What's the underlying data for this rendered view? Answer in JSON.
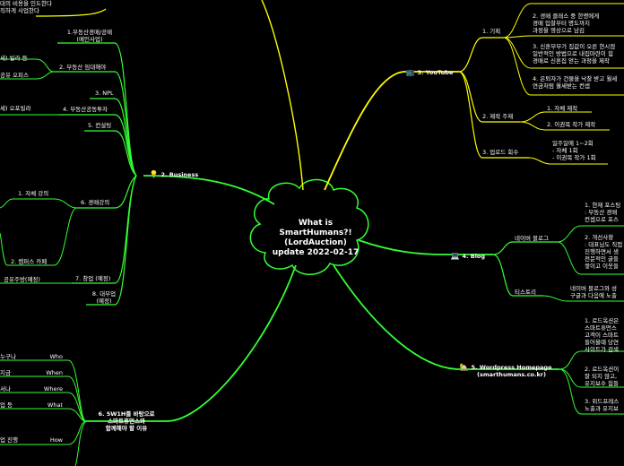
{
  "colors": {
    "background": "#000000",
    "branch": "#ffff00",
    "branch_green": "#33ff33",
    "text": "#ffffff",
    "cloud": "#000000"
  },
  "center": {
    "title": "What is\nSmartHumans?!\n(LordAuction)\nupdate 2022-02-17"
  },
  "top_left": {
    "line1": "대의 비용을 인도한다",
    "line2": "직하게 사업한다"
  },
  "youtube": {
    "icon": "tv-icon",
    "title": "3. YouTube",
    "plan": {
      "label": "1. 기획",
      "items": [
        "2. 경매 클래스 중 한명에게\n경매 입찰부터 명도까지\n과정을 영상으로 남김",
        "3. 신혼부부가 집값이 오른 현시점\n일반적인 방법으로 내집마련이 힘\n경매로 신혼집 얻는 과정을 제작",
        "4. 은퇴자가 건물을 낙찰 받고 월세\n연금처럼 월세받는 컨셉"
      ]
    },
    "topic": {
      "label": "2. 제작 주제",
      "items": [
        "1. 자체 제작",
        "2. 이권목 작가 제작"
      ]
    },
    "upload": {
      "label": "3. 업로드 회수",
      "detail": "일주일에 1~2회\n- 자체 1회\n- 이권목 작가 1회"
    }
  },
  "blog": {
    "icon": "computer-icon",
    "title": "4. Blog",
    "naver": {
      "label": "네이버 블로그",
      "items": [
        "1. 현재 포스팅\n: 부동산 경매\n컨셉으로 포스",
        "2. 개선사항\n: 대표님도 직접\n진행하면서 생\n전문적인 글들\n쌓이고 이웃들"
      ]
    },
    "tistory": {
      "label": "티스토리",
      "detail": "네이버 블로그와 성\n구글과 다음에 노출"
    }
  },
  "wordpress": {
    "icon": "house-icon",
    "title": "5. Wordpress Homepage\n(smarthumans.co.kr)",
    "items": [
      "1. 로드옥션은\n스마트휴먼스\n고객이 스마트\n들어올때 당연\n사이트가 검색",
      "2. 로드옥션이\n잘 되지 않고,\n유지보수 힘들",
      "3. 위드프레스\n노출과 유지보"
    ]
  },
  "business": {
    "icon": "lightbulb-icon",
    "title": "2. Business",
    "items": [
      {
        "label": "1.부동산경매/공매\n(메인사업)"
      },
      {
        "label": "2. 부동산 임대해야",
        "left1": "세) 빌라 등",
        "left2": "공유 오피스"
      },
      {
        "label": "3. NPL"
      },
      {
        "label": "4. 부동산공동투자",
        "left1": "세) 오포빌라"
      },
      {
        "label": "5. 컨설팅"
      },
      {
        "label": "6. 경매강의",
        "subs": [
          "1. 자체 강의",
          "2. 캠퍼스 카페"
        ]
      },
      {
        "label": "7. 창업 (예정)",
        "left1": "공유주방(예정)"
      },
      {
        "label": "8. 대부업\n(예정)"
      }
    ]
  },
  "w5h1": {
    "title": "6. 5W1H를 바탕으로\n스마트휴먼스와\n함께해야 할 이유",
    "items": [
      {
        "tag": "Who",
        "left": "누구나"
      },
      {
        "tag": "When",
        "left": "지금"
      },
      {
        "tag": "Where",
        "left": "서나"
      },
      {
        "tag": "What",
        "left": "업 등"
      },
      {
        "tag": "How",
        "left": "업 진행"
      }
    ]
  }
}
